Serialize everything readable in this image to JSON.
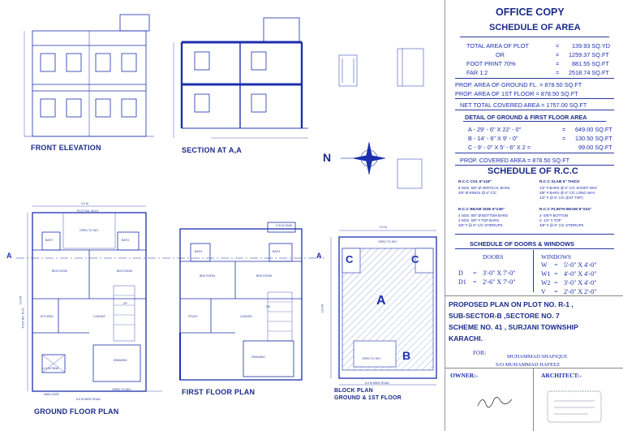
{
  "labels": {
    "front_elevation": "FRONT ELEVATION",
    "section": "SECTION AT A,A",
    "ground_floor": "GROUND FLOOR PLAN",
    "first_floor": "FIRST FLOOR PLAN",
    "block_plan_1": "BLOCK PLAN",
    "block_plan_2": "GROUND & 1ST FLOOR",
    "north": "N",
    "section_mark": "A",
    "zone_a": "A",
    "zone_b": "B",
    "zone_c": "C",
    "dim_9m": "9.0 M",
    "dim_13m": "13.0 M",
    "road": "8.0 M WIDE ROAD",
    "plot_no": "PLOT NO. 05-01",
    "plot_no_side": "PLOT NO. R-03",
    "ohw_tank": "O.H.W.TANK",
    "open_to_sky": "OPEN TO SKY",
    "bath": "BATH",
    "bed_room": "BED ROOM",
    "kitchen": "KITCHEN",
    "lounge": "LOUNGE",
    "drawing": "DRAWING",
    "main_gate": "MAIN GATE",
    "ugw_tank": "U.G.W.TANK",
    "study": "STUDY",
    "dn": "DN",
    "up": "UP"
  },
  "panel": {
    "office_copy": "OFFICE COPY",
    "schedule_area": "SCHEDULE OF AREA",
    "area_rows": [
      {
        "label": "TOTAL AREA OF PLOT",
        "eq": "=",
        "val": "139.93  SQ.YD"
      },
      {
        "label": "OR",
        "eq": "=",
        "val": "1259.37  SQ.FT"
      },
      {
        "label": "FOOT PRINT  70%",
        "eq": "=",
        "val": "881.55  SQ.FT"
      },
      {
        "label": "FAR   1:2",
        "eq": "=",
        "val": "2518.74  SQ.FT"
      }
    ],
    "prop_ground": "PROP. AREA OF GROUND FL.   =   878.50  SQ.FT",
    "prop_first": "PROP. AREA OF 1ST FLOOR    =   878.50  SQ.FT",
    "net_total": "NET TOTAL COVERED AREA   =  1757.00  SQ.FT",
    "detail_heading": "DETAIL OF GROUND & FIRST FLOOR AREA",
    "detail_rows": [
      {
        "label": "A - 29' - 6\" X 22' - 0\"",
        "eq": "=",
        "val": "649.00 SQ.FT"
      },
      {
        "label": "B -  14' - 6\" X 9' - 0\"",
        "eq": "=",
        "val": "130.50 SQ.FT"
      },
      {
        "label": "C -   9' - 0\" X   5' - 6\" X 2 =",
        "eq": "",
        "val": "99.00 SQ.FT"
      }
    ],
    "prop_covered": "PROP. COVERED AREA    =    878.50  SQ.FT",
    "schedule_rcc": "SCHEDULE OF R.C.C",
    "rcc_col_title": "R.C.C COL 6\"x18\"",
    "rcc_col_lines": [
      "8 NOS. 5/8\"  Ø VERTICAL BARS",
      "3/8\" Ø  RINGS @ 6\" C/C"
    ],
    "rcc_slab_title": "R.C.C SLAB 6\" THICK",
    "rcc_slab_lines": [
      "1/2\" # BARS @ 6\" C/C SHORT WAY",
      "3/8\" # BARS @ 6\" C/C LONG WAY",
      "1/2\" # @ 6\" C/C (EXT TOP)"
    ],
    "rcc_beam_title": "R.C.C BEAM SIZE 6\"x36\"",
    "rcc_beam_lines": [
      "4 NOS. 5/8\" Ø   BOTTOM BARS",
      "2 NOS. 5/8\" # TOP BARS",
      "3/8\" # @ 6\" C/C STIRRUPS"
    ],
    "rcc_plinth_title": "R.C.C PLINTH BEAM 8\"X24\"",
    "rcc_plinth_lines": [
      "2- 5/8\"# BOTTOM",
      "2- 1/2\" # TOP",
      "3/8\" # @ 6\" C/C STIRRUPS"
    ],
    "schedule_doors": "SCHEDULE OF DOORS & WINDOWS",
    "doors_heading": "DOORS",
    "windows_heading": "WINDOWS",
    "doors": [
      {
        "code": "D",
        "eq": "=",
        "val": "3'-0\" X 7'-0\""
      },
      {
        "code": "D1",
        "eq": "=",
        "val": "2'-6\" X 7'-0\""
      }
    ],
    "windows": [
      {
        "code": "W",
        "eq": "=",
        "val": "5'-0\" X 4'-0\""
      },
      {
        "code": "W1",
        "eq": "=",
        "val": "4'-0\" X 4'-0\""
      },
      {
        "code": "W2",
        "eq": "=",
        "val": "3'-0\" X 4'-0\""
      },
      {
        "code": "V",
        "eq": "=",
        "val": "2'-0\" X 2'-0\""
      }
    ],
    "proposed_lines": [
      "PROPOSED PLAN ON PLOT NO. R-1 ,",
      "SUB-SECTOR-B ,SECTORE NO. 7",
      "SCHEME NO. 41 , SURJANI TOWNSHIP",
      "KARACHI."
    ],
    "for_label": "FOR:",
    "owner_name": "MUHAMMAD SHAFIQUE",
    "owner_father": "S/O  MUHAMMAD HAFEEZ",
    "owner_label": "OWNER:-",
    "architect_label": "ARCHITECT:-"
  }
}
